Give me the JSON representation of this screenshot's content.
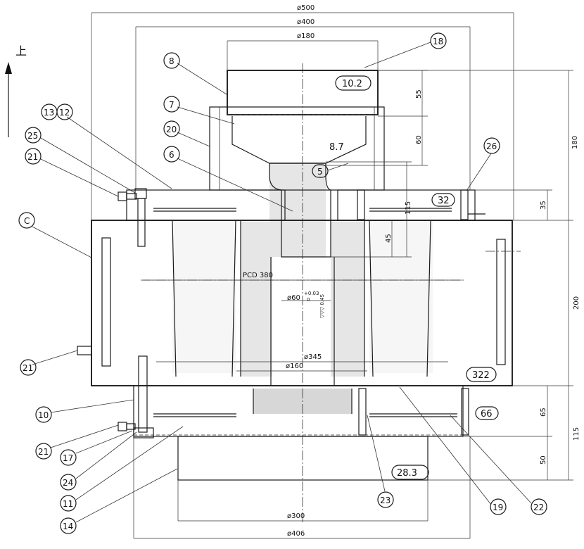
{
  "direction_label": "上",
  "dimensions": {
    "d500": "ø500",
    "d400": "ø400",
    "d180": "ø180",
    "d345": "ø345",
    "d160": "ø160",
    "d60": "ø60",
    "d300": "ø300",
    "d406": "ø406",
    "pcd": "PCD 380",
    "tol_upper": "+0.03",
    "tol_lower": "0",
    "surface": "▽▽▽ 0.4S",
    "v55": "55",
    "v60": "60",
    "v115a": "115",
    "v45": "45",
    "v180": "180",
    "v35": "35",
    "v200": "200",
    "v65": "65",
    "v115b": "115",
    "v50": "50"
  },
  "weights": {
    "w10_2": "10.2",
    "w8_7": "8.7",
    "w32": "32",
    "w322": "322",
    "w66": "66",
    "w28_3": "28.3"
  },
  "part_labels": {
    "p18": "18",
    "p8": "8",
    "p7": "7",
    "p20": "20",
    "p6": "6",
    "p13": "13",
    "p12": "12",
    "p25": "25",
    "p21a": "21",
    "pc": "C",
    "p5": "5",
    "p26": "26",
    "p21b": "21",
    "p10": "10",
    "p21c": "21",
    "p17": "17",
    "p24": "24",
    "p11": "11",
    "p14": "14",
    "p23": "23",
    "p19": "19",
    "p22": "22"
  }
}
